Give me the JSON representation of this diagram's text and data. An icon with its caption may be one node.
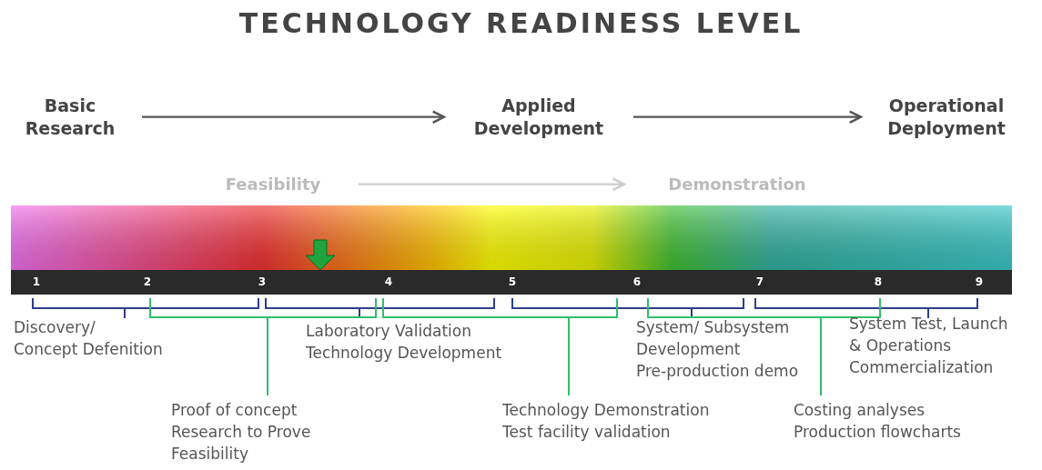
{
  "diagram": {
    "title": "TECHNOLOGY READINESS LEVEL",
    "nodes": [
      {
        "text": [
          "Basic Research"
        ]
      },
      {
        "text": [
          "Applied Development"
        ]
      },
      {
        "text": [
          "Operational Deployment"
        ]
      },
      {
        "text": [
          "Feasibility"
        ]
      },
      {
        "text": [
          "Demonstration"
        ]
      }
    ],
    "edges": [
      {
        "from": 0,
        "to": 1,
        "arrow": "to"
      },
      {
        "from": 1,
        "to": 2,
        "arrow": "to"
      },
      {
        "from": 3,
        "to": 4,
        "arrow": "to",
        "color": "#cccccc"
      }
    ],
    "labels": [
      "1",
      "2",
      "3",
      "4",
      "5",
      "6",
      "7",
      "8",
      "9",
      "Discovery/",
      "Concept Defenition",
      "Laboratory Validation",
      "Technology Development",
      "System/ Subsystem",
      "Development",
      "Pre-production demo",
      "System Test, Launch",
      "& Operations",
      "Commercialization",
      "Proof of concept",
      "Research to Prove",
      "Feasibility",
      "Technology Demonstration",
      "Test facility validation",
      "Costing analyses",
      "Production flowcharts"
    ]
  }
}
